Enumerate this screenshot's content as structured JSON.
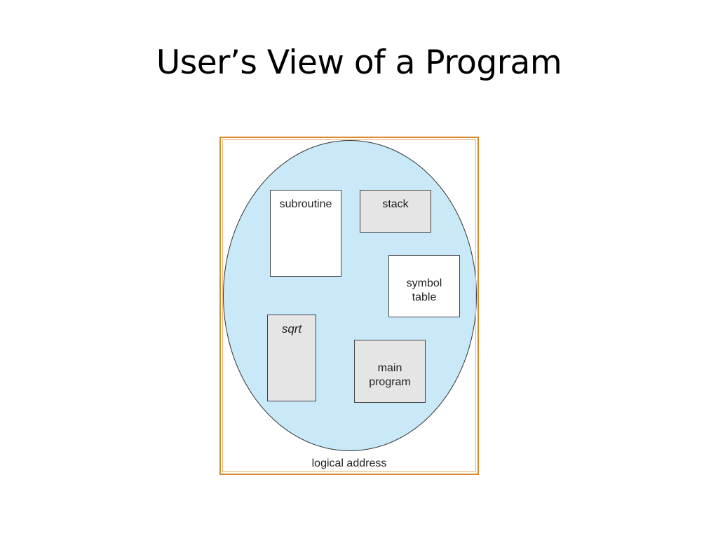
{
  "slide": {
    "title": "User’s View of a Program"
  },
  "figure": {
    "caption": "logical address",
    "segments": {
      "subroutine": "subroutine",
      "stack": "stack",
      "symbol_table": "symbol\ntable",
      "sqrt": "sqrt",
      "main_program": "main\nprogram"
    }
  }
}
